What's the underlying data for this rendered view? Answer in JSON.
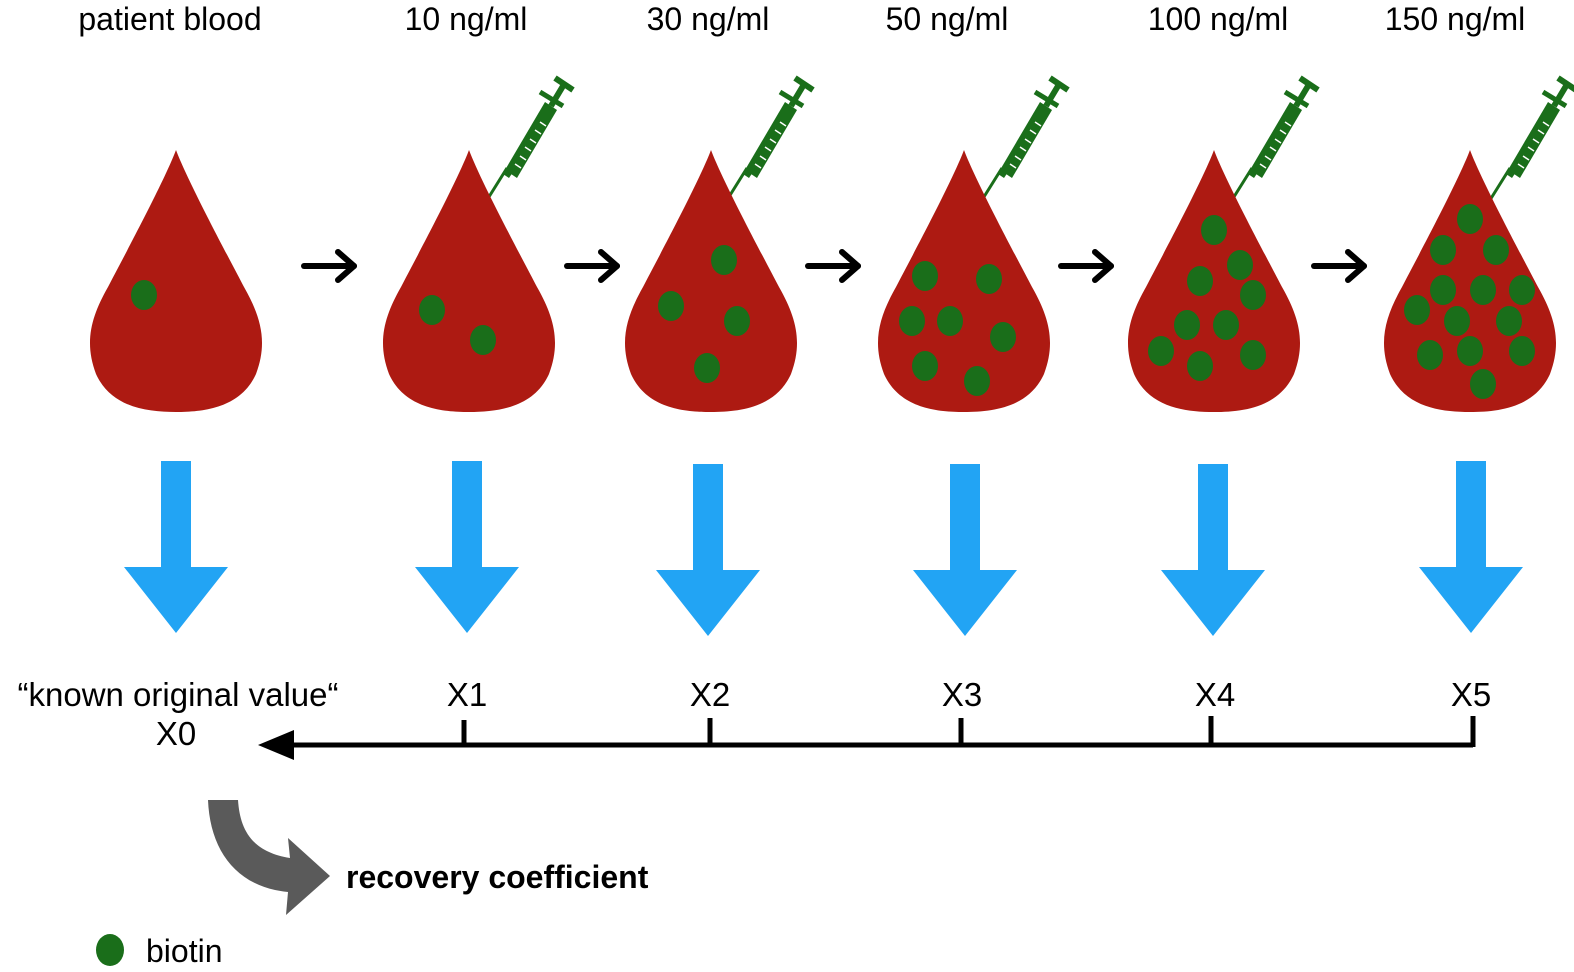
{
  "headers": [
    "patient blood",
    "10 ng/ml",
    "30 ng/ml",
    "50 ng/ml",
    "100 ng/ml",
    "150 ng/ml"
  ],
  "measurements": [
    "X1",
    "X2",
    "X3",
    "X4",
    "X5"
  ],
  "original_value": {
    "quote_label": "“known original value“",
    "symbol": "X0"
  },
  "result_label": "recovery coefficient",
  "legend": {
    "biotin_label": "biotin"
  },
  "colors": {
    "blood": "#ad1a12",
    "biotin": "#1a6e1a",
    "syringe": "#1a6e1a",
    "down_arrow": "#22a4f4",
    "curved_arrow": "#5a5a5a",
    "text": "#000000"
  },
  "icons": {
    "drop": "blood-drop-icon",
    "syringe": "syringe-icon",
    "step": "right-arrow-icon",
    "measure": "down-arrow-icon",
    "result": "curved-arrow-icon"
  }
}
